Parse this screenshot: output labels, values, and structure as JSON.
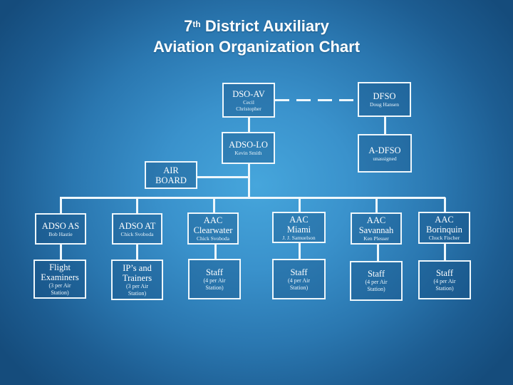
{
  "title": {
    "line1_number": "7",
    "line1_superscript": "th",
    "line1_rest": " District Auxiliary",
    "line2": "Aviation Organization Chart"
  },
  "colors": {
    "background_center": "#46a6dc",
    "background_edge": "#154c7c",
    "box_border": "#eef7fc",
    "text": "#ffffff"
  },
  "nodes": {
    "dso_av": {
      "role": "DSO-AV",
      "name": "Cecil Christopher"
    },
    "dfso": {
      "role": "DFSO",
      "name": "Doug Hansen"
    },
    "adso_lo": {
      "role": "ADSO-LO",
      "name": "Kevin Smith"
    },
    "a_dfso": {
      "role": "A-DFSO",
      "name": "unassigned"
    },
    "air_board": {
      "role": "AIR BOARD"
    },
    "adso_as": {
      "role": "ADSO AS",
      "name": "Bob Hastie"
    },
    "adso_at": {
      "role": "ADSO AT",
      "name": "Chick Svoboda"
    },
    "aac_clearwater": {
      "role": "AAC Clearwater",
      "name": "Chick Svoboda"
    },
    "aac_miami": {
      "role": "AAC Miami",
      "name": "J. J. Samuelson"
    },
    "aac_savannah": {
      "role": "AAC Savannah",
      "name": "Ken Plesser"
    },
    "aac_borinquin": {
      "role": "AAC Borinquin",
      "name": "Chuck Fischer"
    },
    "flight_examiners": {
      "role": "Flight Examiners",
      "sub": "(3 per Air Station)"
    },
    "ips_trainers": {
      "role": "IP’s and Trainers",
      "sub": "(3 per Air Station)"
    },
    "staff_clearwater": {
      "role": "Staff",
      "sub": "(4 per Air Station)"
    },
    "staff_miami": {
      "role": "Staff",
      "sub": "(4 per Air Station)"
    },
    "staff_savannah": {
      "role": "Staff",
      "sub": "(4 per Air Station)"
    },
    "staff_borinquin": {
      "role": "Staff",
      "sub": "(4 per Air Station)"
    }
  }
}
